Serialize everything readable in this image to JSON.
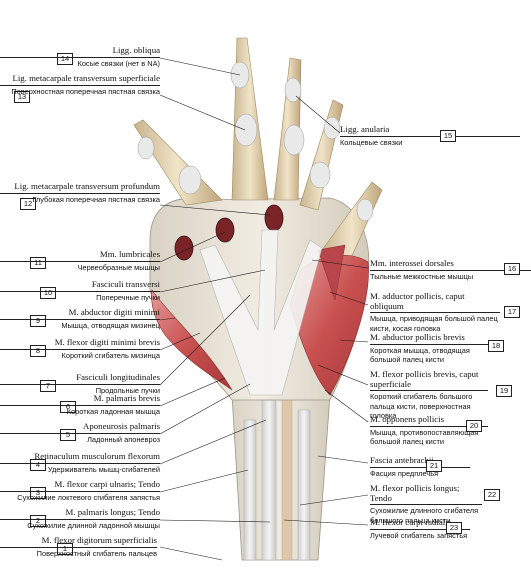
{
  "labels": [
    {
      "num": "1",
      "latin": "M. flexor digitorum superficialis",
      "russian": "Поверхностный сгибатель пальцев"
    },
    {
      "num": "2",
      "latin": "M. palmaris longus; Tendo",
      "russian": "Сухожилие длинной ладонной мышцы"
    },
    {
      "num": "3",
      "latin": "M. flexor carpi ulnaris; Tendo",
      "russian": "Сухожилие локтевого сгибателя запястья"
    },
    {
      "num": "4",
      "latin": "Retinaculum musculorum flexorum",
      "russian": "Удерживатель мышц-сгибателей"
    },
    {
      "num": "5",
      "latin": "Aponeurosis palmaris",
      "russian": "Ладонный апоневроз"
    },
    {
      "num": "6",
      "latin": "M. palmaris brevis",
      "russian": "Короткая ладонная мышца"
    },
    {
      "num": "7",
      "latin": "Fasciculi longitudinales",
      "russian": "Продольные пучки"
    },
    {
      "num": "8",
      "latin": "M. flexor digiti minimi brevis",
      "russian": "Короткий сгибатель мизинца"
    },
    {
      "num": "9",
      "latin": "M. abductor digiti minimi",
      "russian": "Мышца, отводящая мизинец"
    },
    {
      "num": "10",
      "latin": "Fasciculi transversi",
      "russian": "Поперечные пучки"
    },
    {
      "num": "11",
      "latin": "Mm. lumbricales",
      "russian": "Червеобразные мышцы"
    },
    {
      "num": "12",
      "latin": "Lig. metacarpale transversum profundum",
      "russian": "Глубокая поперечная пястная связка"
    },
    {
      "num": "13",
      "latin": "Lig. metacarpale transversum superficiale",
      "russian": "Поверхностная поперечная пястная связка"
    },
    {
      "num": "14",
      "latin": "Ligg. obliqua",
      "russian": "Косые связки (нет в NA)"
    },
    {
      "num": "15",
      "latin": "Ligg. anularia",
      "russian": "Кольцевые связки"
    },
    {
      "num": "16",
      "latin": "Mm. interossei dorsales",
      "russian": "Тыльные межкостные мышцы"
    },
    {
      "num": "17",
      "latin": "M. adductor pollicis, caput obliquum",
      "russian": "Мышца, приводящая большой палец кисти, косая головка"
    },
    {
      "num": "18",
      "latin": "M. abductor pollicis brevis",
      "russian": "Короткая мышца, отводящая большой палец кисти"
    },
    {
      "num": "19",
      "latin": "M. flexor pollicis brevis, caput superficiale",
      "russian": "Короткий сгибатель большого пальца кисти, поверхностная головка"
    },
    {
      "num": "20",
      "latin": "M. opponens pollicis",
      "russian": "Мышца, противопоставляющая большой палец кисти"
    },
    {
      "num": "21",
      "latin": "Fascia antebrachii",
      "russian": "Фасция предплечья"
    },
    {
      "num": "22",
      "latin": "M. flexor pollicis longus; Tendo",
      "russian": "Сухожилие длинного сгибателя большого пальца кисти"
    },
    {
      "num": "23",
      "latin": "M. flexor carpi radialis",
      "russian": "Лучевой сгибатель запястья"
    }
  ]
}
